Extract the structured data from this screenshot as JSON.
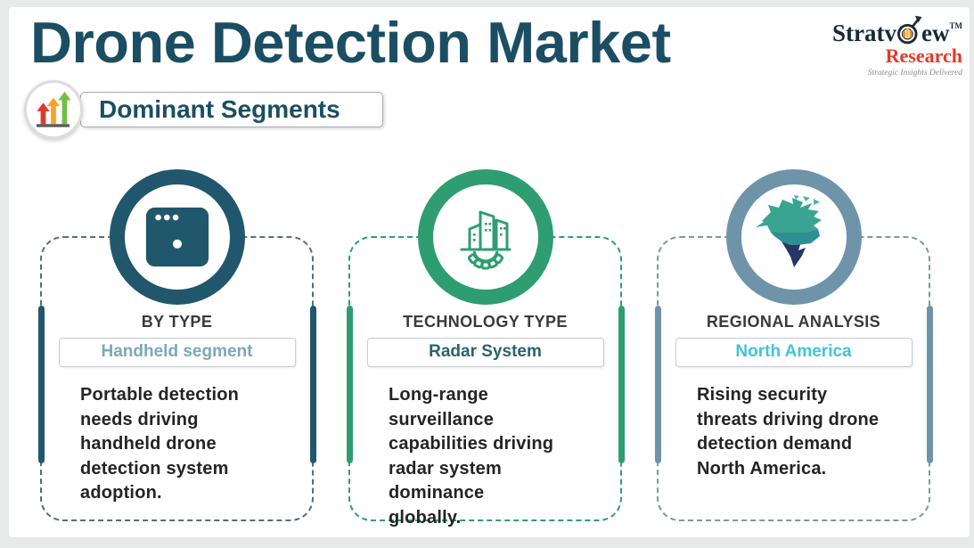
{
  "header": {
    "title": "Drone Detection Market",
    "badge_label": "Dominant Segments",
    "badge_icon": "growth-arrows-icon",
    "title_color": "#1b4e63",
    "arrow_colors": {
      "red": "#de3a2b",
      "orange": "#f6a426",
      "green": "#74bf44"
    }
  },
  "logo": {
    "name_left": "Stratv",
    "name_right": "ew",
    "tm": "TM",
    "line2": "Research",
    "tagline": "Strategic Insights Delivered",
    "icon": "dartboard-arrow-icon",
    "research_color": "#e03a2b",
    "name_color": "#18293b"
  },
  "cards": [
    {
      "category": "BY TYPE",
      "segment": "Handheld segment",
      "description": "Portable detection\nneeds driving\nhandheld drone\ndetection system\nadoption.",
      "icon": "window-gear-icon",
      "colors": {
        "accent": "#20576c",
        "dashed_border": "#546e7a",
        "segment_text": "#7ba8bb"
      }
    },
    {
      "category": "TECHNOLOGY TYPE",
      "segment": "Radar System",
      "description": "Long-range\nsurveillance\ncapabilities driving\nradar system\ndominance\nglobally.",
      "icon": "buildings-gear-icon",
      "colors": {
        "accent": "#2f9d72",
        "dashed_border": "#2f9d72",
        "segment_text": "#2a6270"
      }
    },
    {
      "category": "REGIONAL ANALYSIS",
      "segment": "North America",
      "description": "Rising security\nthreats driving drone\ndetection demand\nNorth America.",
      "icon": "north-america-map-icon",
      "colors": {
        "accent": "#6f94aa",
        "dashed_border": "#8096a4",
        "segment_text": "#3ec4dd"
      },
      "map_colors": {
        "canada": "#3aa492",
        "usa": "#2b8f94",
        "mexico": "#263767"
      }
    }
  ]
}
